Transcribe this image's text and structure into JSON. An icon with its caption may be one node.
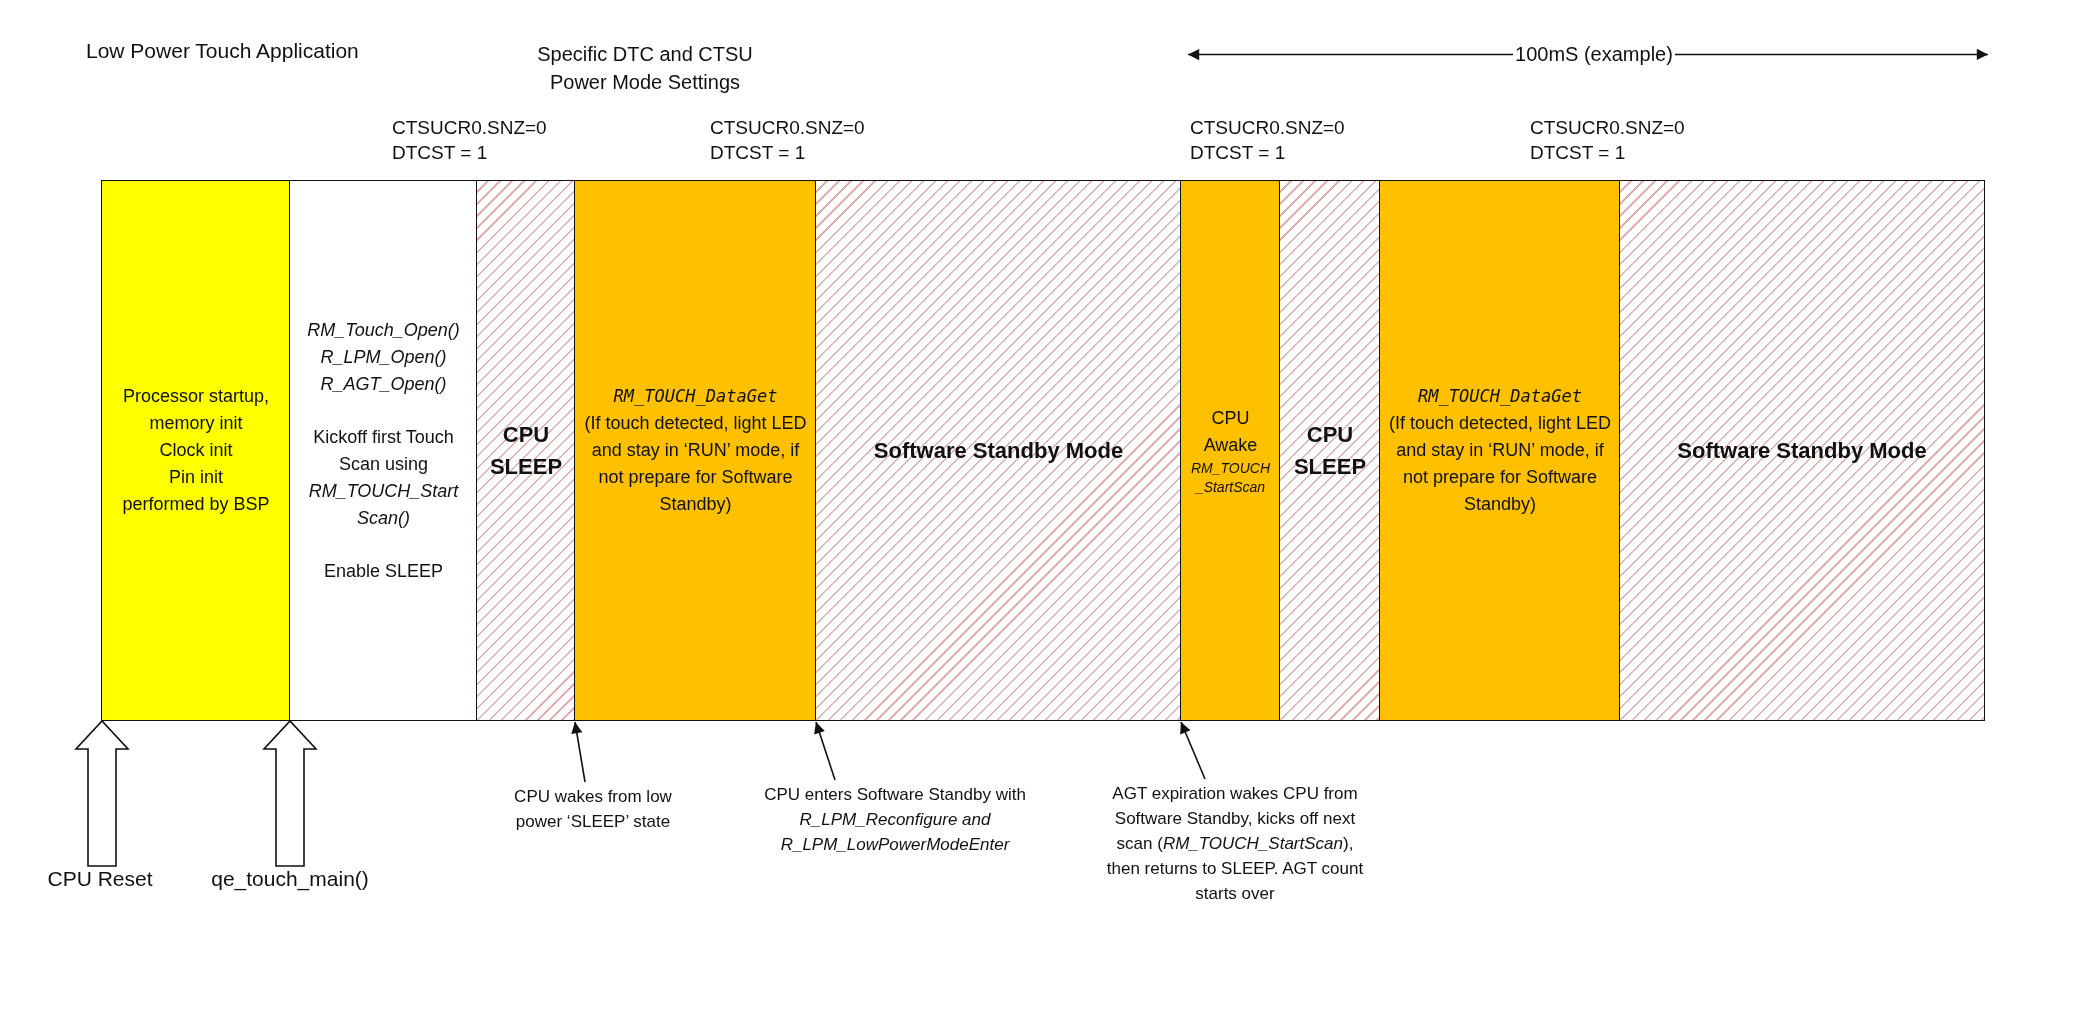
{
  "diagram": {
    "title": "Low Power Touch Application",
    "nodes": [
      {
        "text": [
          "Processor startup, memory init",
          "Clock init",
          "Pin init",
          "performed by BSP"
        ]
      },
      {
        "text": [
          "RM_Touch_Open()",
          "R_LPM_Open()",
          "R_AGT_Open()",
          "Kickoff first Touch Scan using *RM_TOUCH_Start Scan()*",
          "Enable SLEEP"
        ]
      },
      {
        "text": [
          "CPU SLEEP"
        ]
      },
      {
        "text": [
          "RM_TOUCH_DataGet",
          "(If touch detected, light LED and stay in ‘RUN’ mode, if not prepare for Software Standby)"
        ]
      },
      {
        "text": [
          "Software Standby Mode"
        ]
      },
      {
        "text": [
          "CPU Awake",
          "RM_TOUCH _StartScan"
        ]
      },
      {
        "text": [
          "CPU SLEEP"
        ]
      },
      {
        "text": [
          "RM_TOUCH_DataGet",
          "(If touch detected, light LED and stay in ‘RUN’ mode, if not prepare for Software Standby)"
        ]
      },
      {
        "text": [
          "Software Standby Mode"
        ]
      },
      {
        "text": [
          "CPU Reset"
        ]
      },
      {
        "text": [
          "qe_touch_main()"
        ]
      },
      {
        "text": [
          "CPU wakes from low power ‘SLEEP’ state"
        ]
      },
      {
        "text": [
          "CPU enters Software Standby with *R_LPM_Reconfigure and R_LPM_LowPowerModeEnter*"
        ]
      },
      {
        "text": [
          "AGT expiration wakes CPU from Software Standby, kicks off next scan (*RM_TOUCH_StartScan*), then returns to SLEEP. AGT count starts over"
        ]
      }
    ],
    "edges": [
      {
        "from": 9,
        "to": 0,
        "arrow": "to",
        "style": "thick"
      },
      {
        "from": 10,
        "to": 1,
        "arrow": "to",
        "style": "thick"
      },
      {
        "from": 11,
        "to": 3,
        "arrow": "to"
      },
      {
        "from": 12,
        "to": 4,
        "arrow": "to"
      },
      {
        "from": 13,
        "to": 5,
        "arrow": "to"
      }
    ],
    "labels": [
      "Specific DTC and CTSU Power Mode Settings",
      "100mS (example)",
      "CTSUCR0.SNZ=0",
      "DTCST = 1",
      "CTSUCR0.SNZ=0",
      "DTCST = 1",
      "CTSUCR0.SNZ=0",
      "DTCST = 1",
      "CTSUCR0.SNZ=0",
      "DTCST = 1"
    ]
  }
}
